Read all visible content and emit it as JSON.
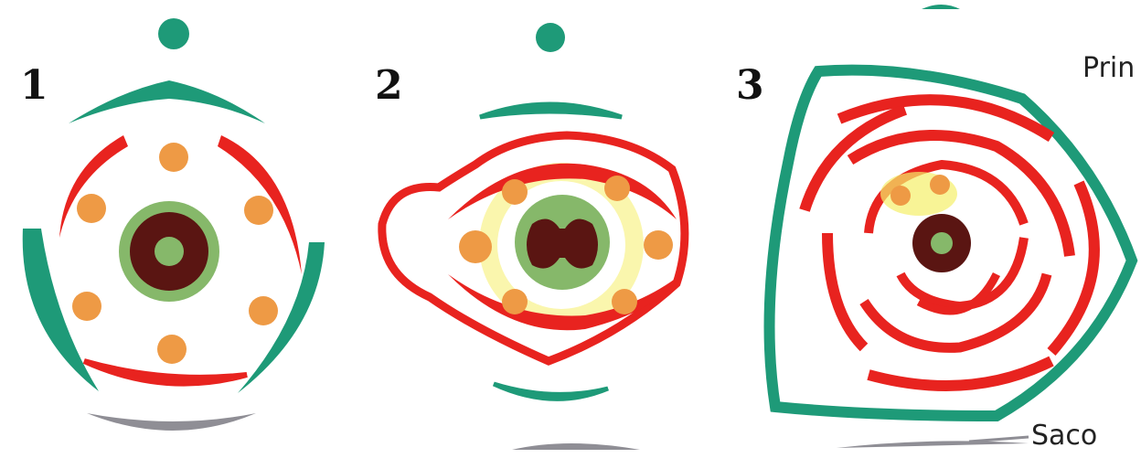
{
  "panels": [
    {
      "number": "1"
    },
    {
      "number": "2"
    },
    {
      "number": "3"
    }
  ],
  "labels": {
    "top_right": "Prin",
    "bottom_right": "Saco"
  },
  "colors": {
    "green_bract": "#1e9a78",
    "red_petal": "#e8231f",
    "orange_stamen": "#ee9a45",
    "ovary_outer": "#86b86a",
    "ovary_inner": "#5a1512",
    "yellow_nectary": "#f5ef6a",
    "gray_base": "#8f8e95"
  }
}
